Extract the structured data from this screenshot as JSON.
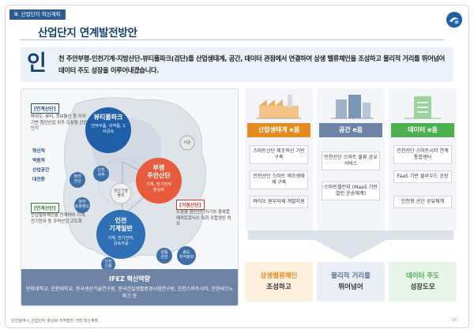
{
  "header": {
    "section_tag": "Ⅲ. 산업단지 혁신계획",
    "title": "산업단지 연계발전방안"
  },
  "intro": {
    "initial": "인",
    "text": "천 주안부평-인천기계·지방산단-뷰티풀파크(검단)를 산업생태계, 공간, 데이터 관점에서 연결하여 상생 밸류체인을 조성하고 물리적 거리를 뛰어넘어 데이터 주도 성장을 이루어내겠습니다."
  },
  "map": {
    "left_top": {
      "head": "[연계산단]",
      "text": "바이오, 뷰티, 정보통신 등 지식기반 첨단산업 위주 도심형 산업단지"
    },
    "tags": [
      "혁신적",
      "역동적",
      "산업공간",
      "대전환"
    ],
    "left_bottom": {
      "head": "[연계산단]",
      "text": "산업밸류체인을 연계하여 기계, 전기전자 등 주력산업 고도화"
    },
    "right": {
      "head": "[거점산단]",
      "text": "도심형 첨단산단지기능 융복합 메카트로닉스 특화 조합생산 허브"
    },
    "beauty": {
      "title": "뷰티풀파크",
      "sub": "전자부품, 의약품, 1차금속"
    },
    "bupyeong": {
      "title": "부평\n주안산단",
      "sub": "기계, 전기전자\n판상자"
    },
    "incheon": {
      "title": "인천\n기계일반",
      "sub": "기계, 전기전자,\n금속가공"
    },
    "nodes": {
      "n1": "인천\n서부",
      "n2": "청라\n산단",
      "n3": "남동\n산단",
      "n4": "서운",
      "n5": "송도\n지식정보",
      "n6": "청라\n로봇랜드",
      "n7": "생산기술\n물류",
      "n8": "인천\n신항"
    },
    "ifez": {
      "title": "IFEZ 혁신역량",
      "body": "인하대학교, 인천대학교, 한국생산기술연구원, 한국건설생활환경시험연구원, 인천스마트시티, 인천테크노파크 등"
    }
  },
  "columns": [
    {
      "head": "산업생태계 e음",
      "color": "#e58a1f",
      "items": [
        "스마트산단 제조혁신 기반구축",
        "인천산단 스마트 제조생태계 구축",
        "바이오 원부자재 개발지원"
      ]
    },
    {
      "head": "공간 e음",
      "color": "#6e84a6",
      "items": [
        "인천산단 스마트 물류 공유 서비스",
        "스마트챌린지 (MaaS 기반 열린 운송체계)"
      ]
    },
    {
      "head": "데이터 e음",
      "color": "#4caf50",
      "items": [
        "인천산단 스마트시티 연계통합센터",
        "FaaS 기반 클라우드 공장",
        "인천형 산단 공유체계"
      ]
    }
  ],
  "outcomes": [
    {
      "l1": "상생밸류체인",
      "l2": "조성하고",
      "color": "#e58a1f",
      "bg": "#fdf0de"
    },
    {
      "l1": "물리적 거리를",
      "l2": "뛰어넘어",
      "color": "#5b7396",
      "bg": "#e9eef5"
    },
    {
      "l1": "데이터 주도",
      "l2": "성장도모",
      "color": "#4caf50",
      "bg": "#e7f4e8"
    }
  ],
  "footer": {
    "text": "인천광역시_산업단지 활성화 지역발전 거점 혁신계획",
    "page": "20"
  },
  "colors": {
    "navy": "#13426e",
    "beauty_circle": "#1f5fa8",
    "bupyeong_circle": "#e85a3c",
    "incheon_circle": "#2f6fb5"
  }
}
